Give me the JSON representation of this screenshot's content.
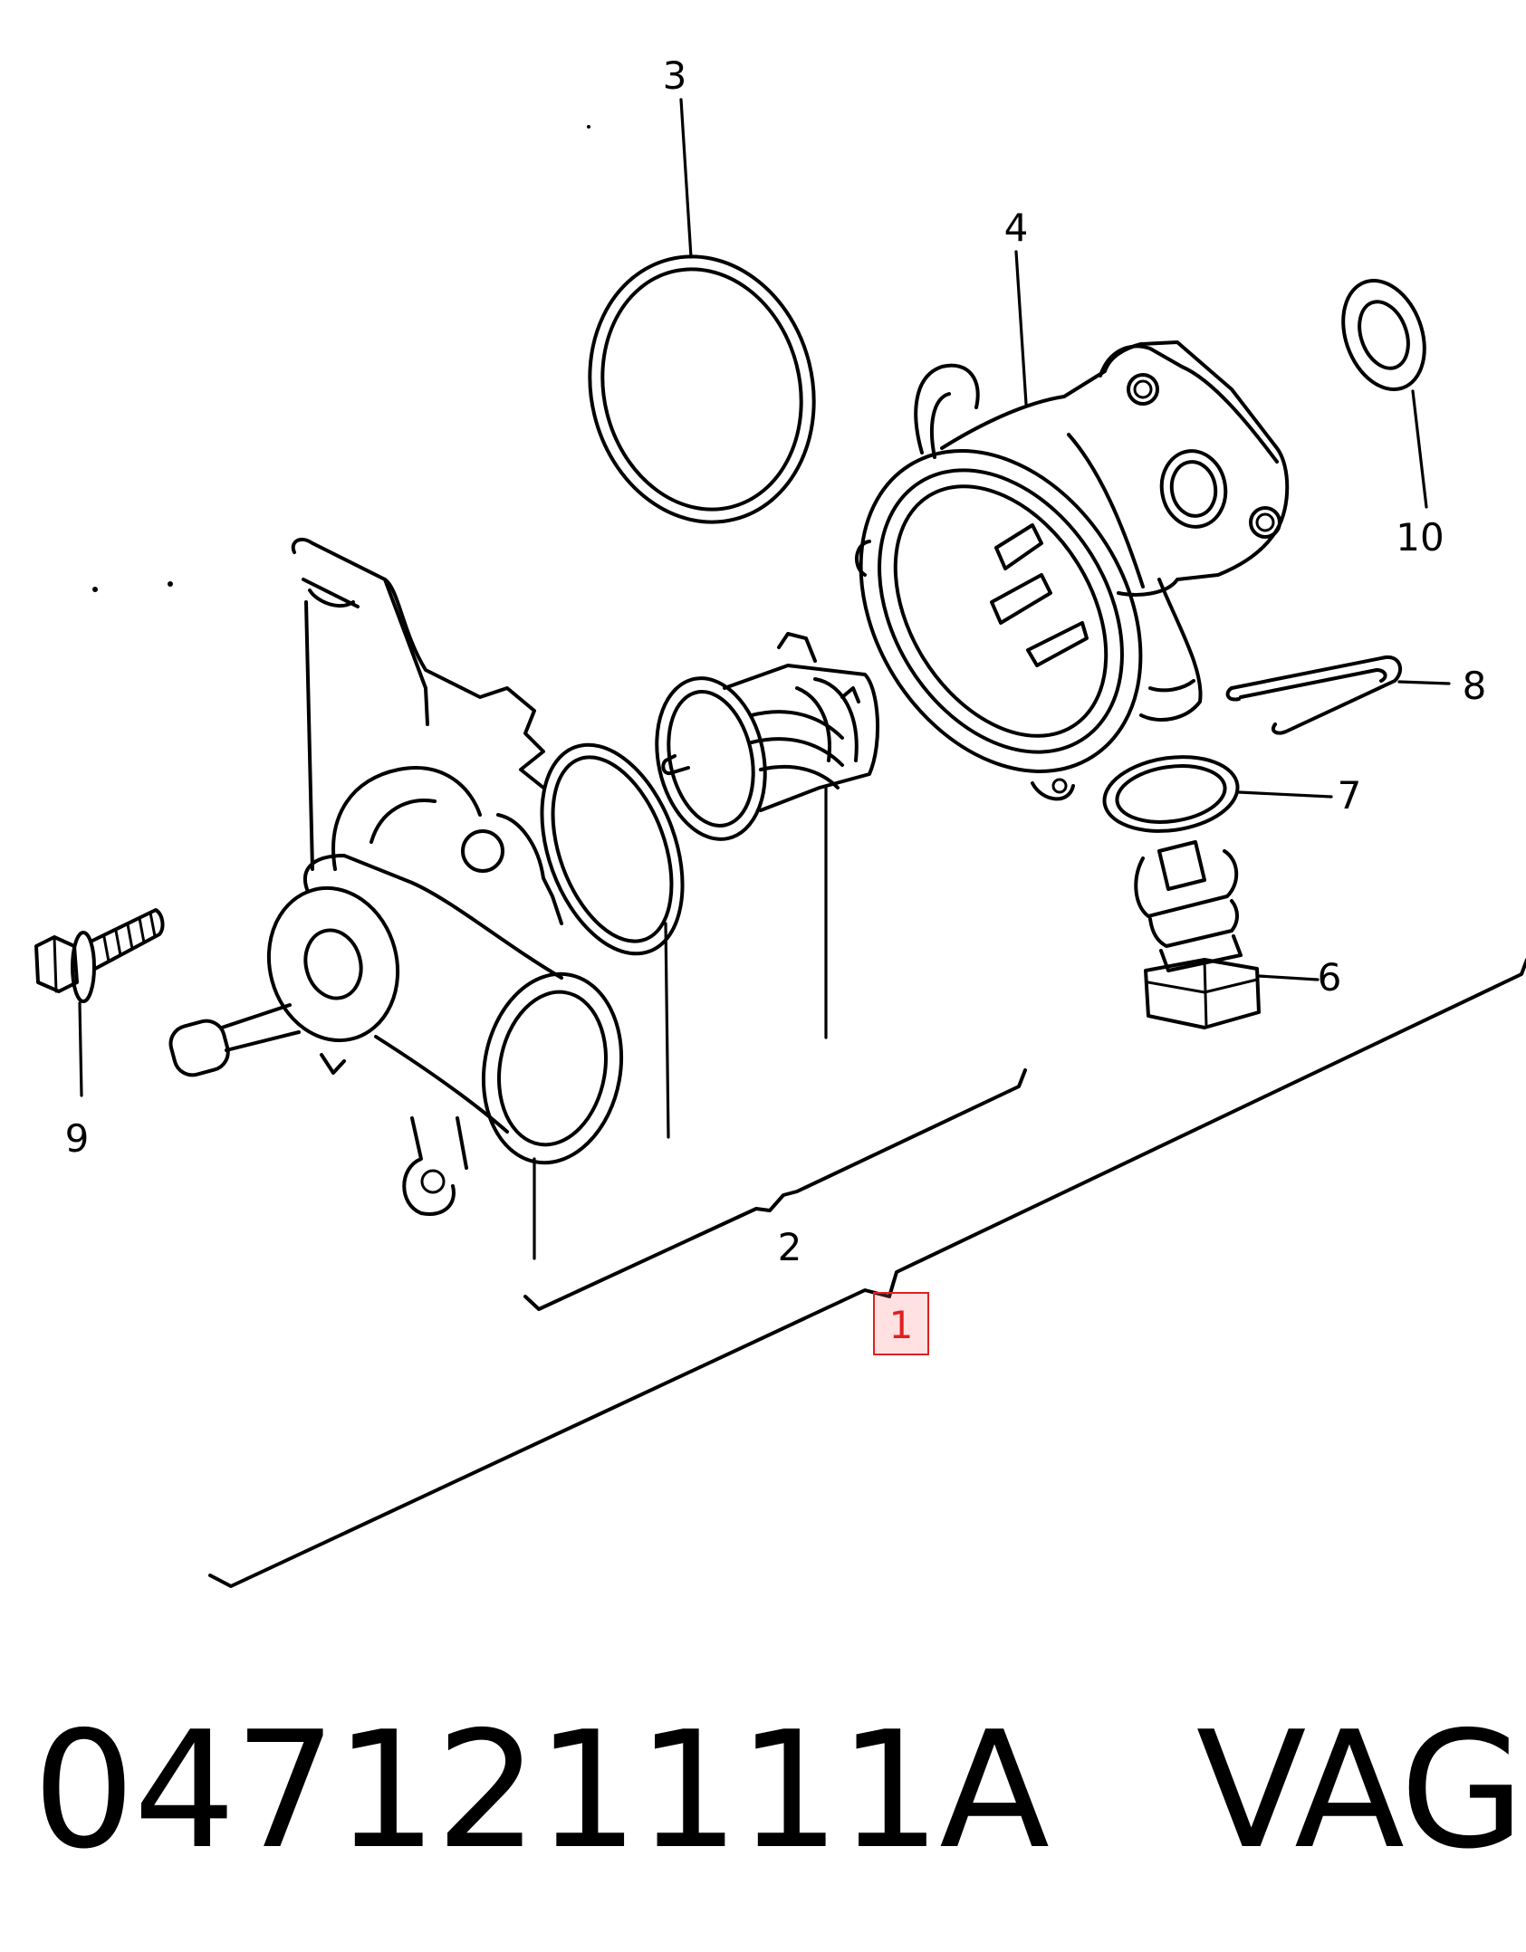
{
  "callouts": {
    "c1": "1",
    "c2": "2",
    "c3": "3",
    "c4": "4",
    "c6": "6",
    "c7": "7",
    "c8": "8",
    "c9": "9",
    "c10": "10"
  },
  "highlighted_callout": "1",
  "highlight_color": "#e02020",
  "caption": {
    "part_number": "047121111A",
    "brand": "VAG"
  }
}
